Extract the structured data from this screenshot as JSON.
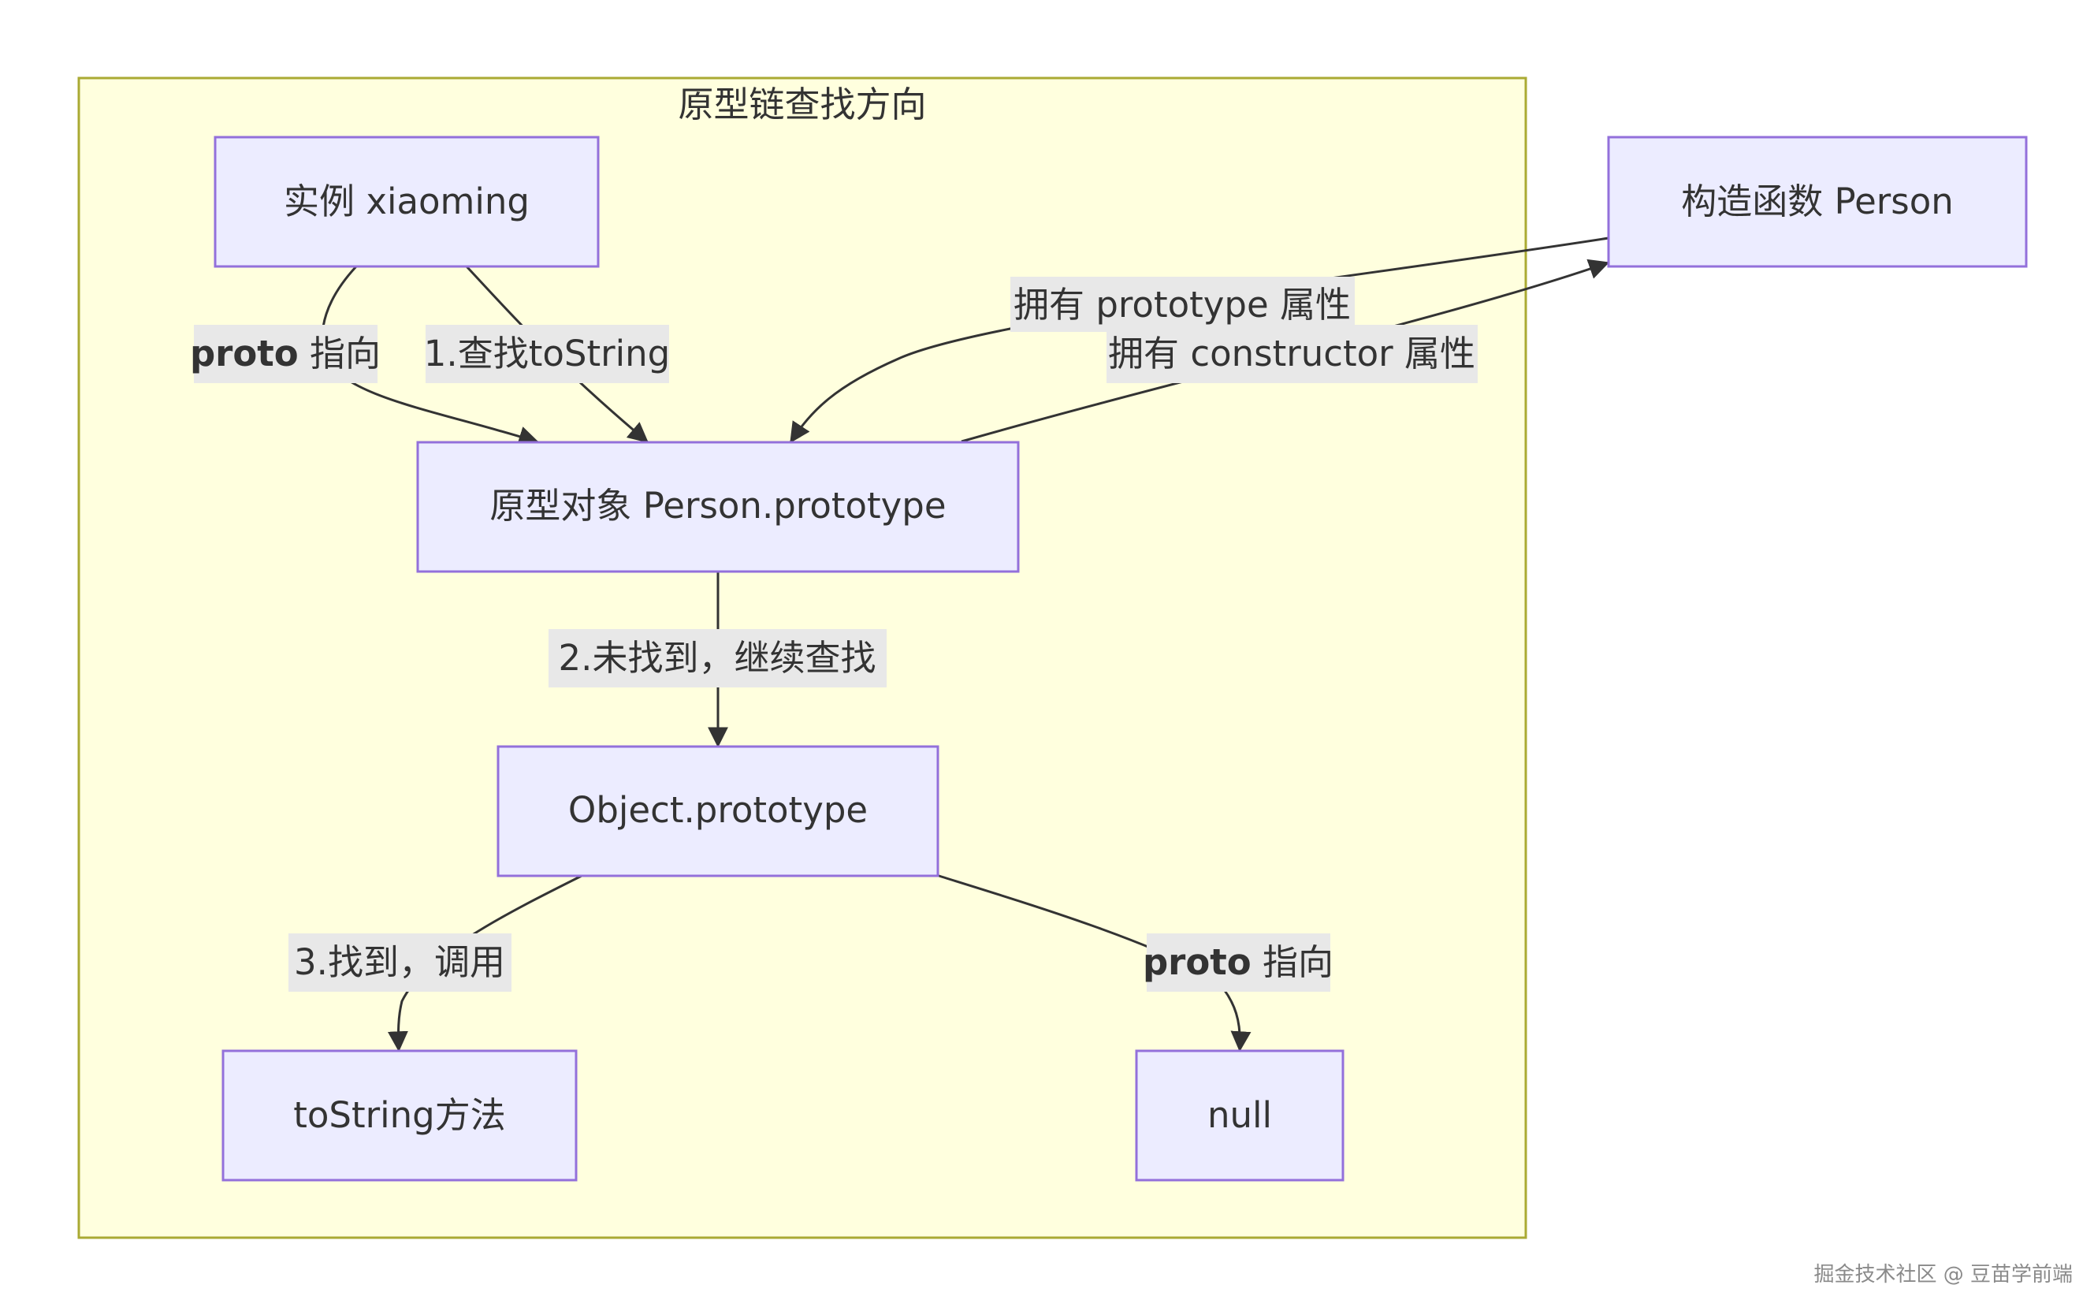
{
  "diagram": {
    "cluster_title": "原型链查找方向",
    "nodes": {
      "instance": "实例 xiaoming",
      "prototype": "原型对象 Person.prototype",
      "object_prototype": "Object.prototype",
      "tostring": "toString方法",
      "null_node": "null",
      "constructor": "构造函数 Person"
    },
    "edges": {
      "proto_bold": "proto",
      "proto_rest": " 指向",
      "find_tostring": "1.查找toString",
      "has_prototype": "拥有 prototype 属性",
      "has_constructor": "拥有 constructor 属性",
      "not_found": "2.未找到，继续查找",
      "found_call": "3.找到，调用",
      "proto2_bold": "proto",
      "proto2_rest": " 指向"
    }
  },
  "watermark": "掘金技术社区 @ 豆苗学前端",
  "colors": {
    "cluster_fill": "#ffffde",
    "cluster_stroke": "#aaaa33",
    "node_fill": "#ececff",
    "node_stroke": "#9370db",
    "edge_stroke": "#333333",
    "label_bg": "#e8e8e8"
  }
}
